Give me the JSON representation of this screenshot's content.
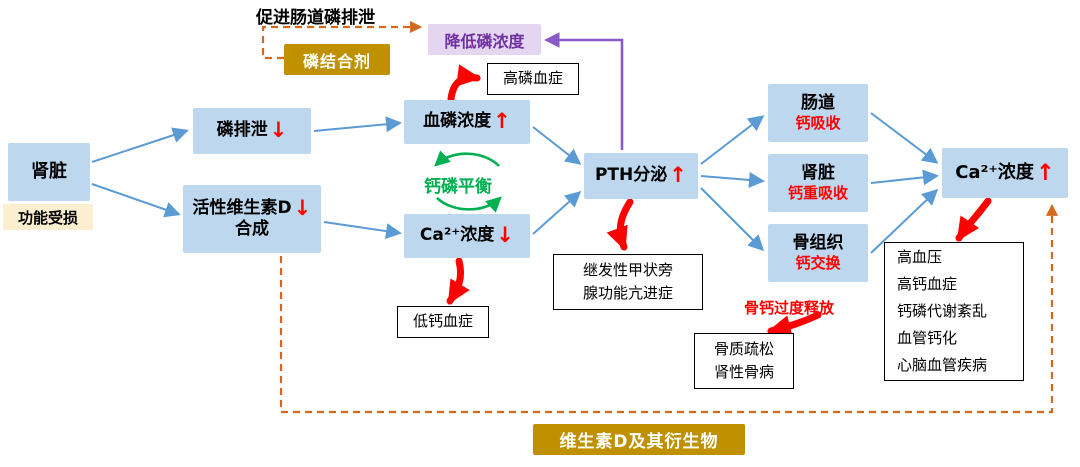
{
  "colors": {
    "box_blue": "#BDD7EE",
    "arrow_blue": "#5B9BD5",
    "red": "#FF0000",
    "green": "#00B050",
    "purple_text": "#7030A0",
    "purple_bg": "#E4D6F0",
    "purple_arrow": "#8A5BC8",
    "gold": "#BF9000",
    "cream": "#FBEFD0",
    "dash_orange": "#D2691E"
  },
  "nodes": {
    "kidney": {
      "label": "肾脏"
    },
    "impaired": {
      "label": "功能受损"
    },
    "phos_excretion": {
      "label": "磷排泄",
      "arrow": "↓"
    },
    "vitd": {
      "line1": "活性维生素D",
      "arrow": "↓",
      "line2": "合成"
    },
    "blood_phos": {
      "label": "血磷浓度",
      "arrow": "↑"
    },
    "ca_low": {
      "label": "Ca²⁺浓度",
      "arrow": "↓"
    },
    "pth": {
      "label": "PTH分泌",
      "arrow": "↑"
    },
    "intestine": {
      "title": "肠道",
      "sub": "钙吸收"
    },
    "kidney2": {
      "title": "肾脏",
      "sub": "钙重吸收"
    },
    "bone": {
      "title": "骨组织",
      "sub": "钙交换"
    },
    "ca_high": {
      "label": "Ca²⁺浓度",
      "arrow": "↑"
    }
  },
  "outcomes": {
    "hyperphosphatemia": "高磷血症",
    "hypocalcemia": "低钙血症",
    "shpt": [
      "继发性甲状旁",
      "腺功能亢进症"
    ],
    "osteoporosis": [
      "骨质疏松",
      "肾性骨病"
    ],
    "complications": [
      "高血压",
      "高钙血症",
      "钙磷代谢紊乱",
      "血管钙化",
      "心脑血管疾病"
    ]
  },
  "annotations": {
    "promote_excretion": "促进肠道磷排泄",
    "phosphate_binder": "磷结合剂",
    "lower_phos": "降低磷浓度",
    "ca_p_balance": "钙磷平衡",
    "bone_release": "骨钙过度释放",
    "vitd_derivatives": "维生素D及其衍生物"
  }
}
